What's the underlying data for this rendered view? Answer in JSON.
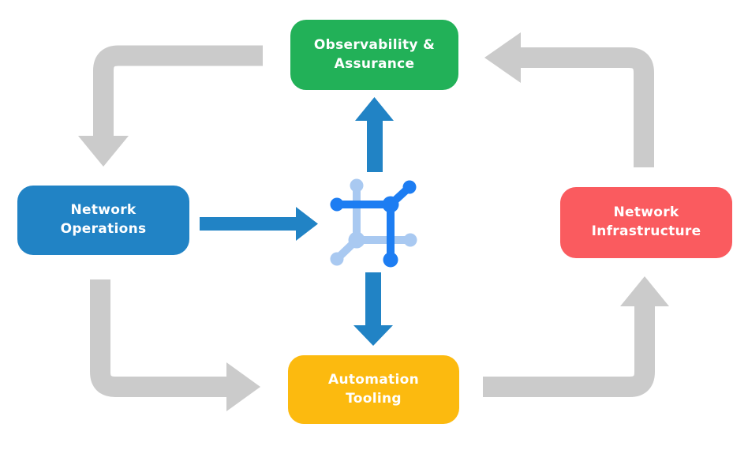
{
  "diagram": {
    "nodes": {
      "observability": {
        "label": "Observability &\nAssurance",
        "color": "#22b158"
      },
      "operations": {
        "label": "Network\nOperations",
        "color": "#2183c5"
      },
      "infrastructure": {
        "label": "Network\nInfrastructure",
        "color": "#fa5b5f"
      },
      "automation": {
        "label": "Automation\nTooling",
        "color": "#fcba0f"
      }
    },
    "colors": {
      "cycle_arrow": "#cbcbcb",
      "hub_arrow": "#2183c5",
      "icon_primary": "#1d7df2",
      "icon_secondary": "#a9c9f1",
      "label_text": "#ffffff",
      "background": "#ffffff"
    },
    "icons": {
      "hub": "network-hub-icon"
    }
  }
}
